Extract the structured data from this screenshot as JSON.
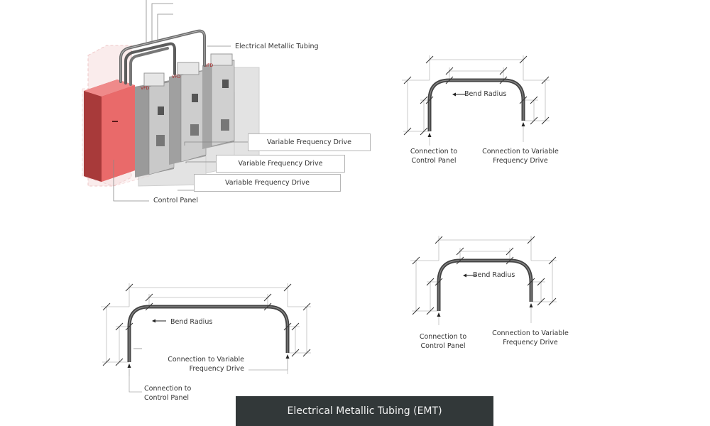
{
  "title_banner": "Electrical Metallic Tubing (EMT)",
  "iso_view": {
    "labels": {
      "emt": "Electrical Metallic Tubing",
      "vfd_1": "Variable Frequency Drive",
      "vfd_2": "Variable Frequency Drive",
      "vfd_3": "Variable Frequency Drive",
      "control_panel": "Control Panel"
    },
    "cabinet_badge": "VFD"
  },
  "bend_diagrams": [
    {
      "bend_radius": "Bend Radius",
      "left_connection": [
        "Connection to",
        "Control Panel"
      ],
      "right_connection": [
        "Connection to Variable",
        "Frequency Drive"
      ]
    },
    {
      "bend_radius": "Bend Radius",
      "left_connection": [
        "Connection to",
        "Control Panel"
      ],
      "right_connection": [
        "Connection to Variable",
        "Frequency Drive"
      ]
    },
    {
      "bend_radius": "Bend Radius",
      "left_connection": [
        "Connection to",
        "Control Panel"
      ],
      "right_connection": [
        "Connection to Variable",
        "Frequency Drive"
      ]
    }
  ],
  "colors": {
    "control_panel": "#e86a6a",
    "banner_bg": "#323839",
    "tube": "#4a4a4a"
  }
}
